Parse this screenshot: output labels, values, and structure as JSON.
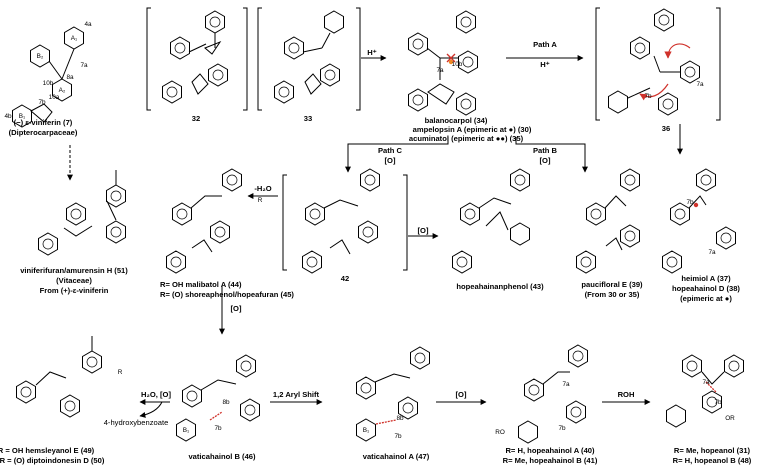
{
  "colors": {
    "ink": "#000000",
    "red": "#d0322b",
    "orange": "#f08a24",
    "yellow": "#f5c518"
  },
  "labels": {
    "vin_line1": "(−) ε-viniferin (7)",
    "vin_line2": "(Dipterocarpaceae)",
    "c32": "32",
    "c33": "33",
    "hplus1": "H⁺",
    "pathA": "Path A",
    "hplus2": "H⁺",
    "balano": "balanocarpol (34)",
    "ampel": "ampelopsin A (epimeric at ●) (30)",
    "acumi": "acuminatol (epimeric at ●●) (35)",
    "c36": "36",
    "pathC": "Path C",
    "pathC_o": "[O]",
    "pathB": "Path B",
    "pathB_o": "[O]",
    "vinifur": "viniferifuran/amurensin H (51)",
    "vitaceae": "(Vitaceae)",
    "from_vin": "From (+)-ε-viniferin",
    "minus_h2o": "-H₂O",
    "mali": "R= OH malibatol A (44)",
    "shorea": "R= (O) shoreaphenol/hopeafuran (45)",
    "c42": "42",
    "o_43": "[O]",
    "hopeahain": "hopeahainanphenol (43)",
    "paucif": "paucifloral E (39)",
    "from30": "(From 30 or 35)",
    "heimiol": "heimiol A (37)",
    "hopeaD": "hopeahainol D (38)",
    "epimeric": "(epimeric at ●)",
    "o_down": "[O]",
    "hemsley": "R = OH hemsleyanol E (49)",
    "diptoin": "R = (O) diptoindonesin D (50)",
    "h2o_o": "H₂O, [O]",
    "hydroxybenz": "4-hydroxybenzoate",
    "vaticaB": "vaticahainol B (46)",
    "arylshift": "1,2 Aryl Shift",
    "vaticaA": "vaticahainol A (47)",
    "o_40": "[O]",
    "hopA": "R= H, hopeahainol A (40)",
    "hopB": "R= Me, hopeahainol B (41)",
    "roh": "ROH",
    "hopeanol": "R= Me, hopeanol (31)",
    "hopeanolB": "R= H, hopeanol B (48)",
    "ring_a1": "A₁",
    "ring_b2": "B₂",
    "ring_a2": "A₂",
    "ring_b1": "B₁",
    "ring_b1b": "B₁",
    "loc_4a": "4a",
    "loc_7a": "7a",
    "loc_8a": "8a",
    "loc_10b": "10b",
    "loc_10a": "10a",
    "loc_4b": "4b",
    "loc_7b": "7b",
    "loc_8b": "8b",
    "lbl_R": "R",
    "lbl_RO": "RO",
    "lbl_OR": "OR"
  }
}
